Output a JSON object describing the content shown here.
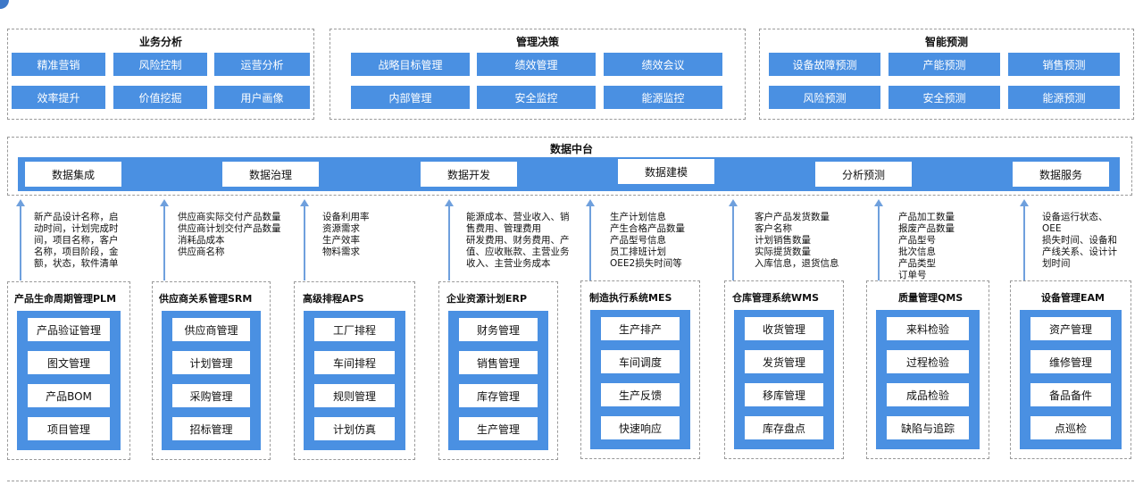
{
  "top_groups": [
    {
      "title": "业务分析",
      "items": [
        "精准营销",
        "风险控制",
        "运营分析",
        "效率提升",
        "价值挖掘",
        "用户画像"
      ]
    },
    {
      "title": "管理决策",
      "items": [
        "战略目标管理",
        "绩效管理",
        "绩效会议",
        "内部管理",
        "安全监控",
        "能源监控"
      ]
    },
    {
      "title": "智能预测",
      "items": [
        "设备故障预测",
        "产能预测",
        "销售预测",
        "风险预测",
        "安全预测",
        "能源预测"
      ]
    }
  ],
  "platform": {
    "title": "数据中台",
    "items": [
      "数据集成",
      "数据治理",
      "数据开发",
      "数据建模",
      "分析预测",
      "数据服务"
    ]
  },
  "flows": [
    {
      "lines": [
        "新产品设计名称，启",
        "动时间，计划完成时",
        "间，项目名称，客户",
        "名称，项目阶段，金",
        "额，状态，软件清单"
      ]
    },
    {
      "lines": [
        "供应商实际交付产品数量",
        "供应商计划交付产品数量",
        "消耗品成本",
        "供应商名称"
      ]
    },
    {
      "lines": [
        "设备利用率",
        "资源需求",
        "生产效率",
        "物料需求"
      ]
    },
    {
      "lines": [
        "能源成本、营业收入、销",
        "售费用、管理费用",
        "研发费用、财务费用、产",
        "值、应收账款、主营业务",
        "收入、主营业务成本"
      ]
    },
    {
      "lines": [
        "生产计划信息",
        "产生合格产品数量",
        "产品型号信息",
        "员工排班计划",
        "OEE2损失时间等"
      ]
    },
    {
      "lines": [
        "客户产品发货数量",
        "客户名称",
        "计划销售数量",
        "实际提货数量",
        "入库信息，退货信息"
      ]
    },
    {
      "lines": [
        "产品加工数量",
        "报废产品数量",
        "产品型号",
        "批次信息",
        "产品类型",
        "订单号"
      ]
    },
    {
      "lines": [
        "设备运行状态、",
        "OEE",
        "损失时间、设备和",
        "产线关系、设计计",
        "划时间"
      ]
    }
  ],
  "systems": [
    {
      "title": "产品生命周期管理PLM",
      "items": [
        "产品验证管理",
        "图文管理",
        "产品BOM",
        "项目管理"
      ]
    },
    {
      "title": "供应商关系管理SRM",
      "items": [
        "供应商管理",
        "计划管理",
        "采购管理",
        "招标管理"
      ]
    },
    {
      "title": "高级排程APS",
      "items": [
        "工厂排程",
        "车间排程",
        "规则管理",
        "计划仿真"
      ]
    },
    {
      "title": "企业资源计划ERP",
      "items": [
        "财务管理",
        "销售管理",
        "库存管理",
        "生产管理"
      ]
    },
    {
      "title": "制造执行系统MES",
      "items": [
        "生产排产",
        "车间调度",
        "生产反馈",
        "快速响应"
      ]
    },
    {
      "title": "仓库管理系统WMS",
      "items": [
        "收货管理",
        "发货管理",
        "移库管理",
        "库存盘点"
      ]
    },
    {
      "title": "质量管理QMS",
      "items": [
        "来料检验",
        "过程检验",
        "成品检验",
        "缺陷与追踪"
      ]
    },
    {
      "title": "设备管理EAM",
      "items": [
        "资产管理",
        "维修管理",
        "备品备件",
        "点巡检"
      ]
    }
  ]
}
